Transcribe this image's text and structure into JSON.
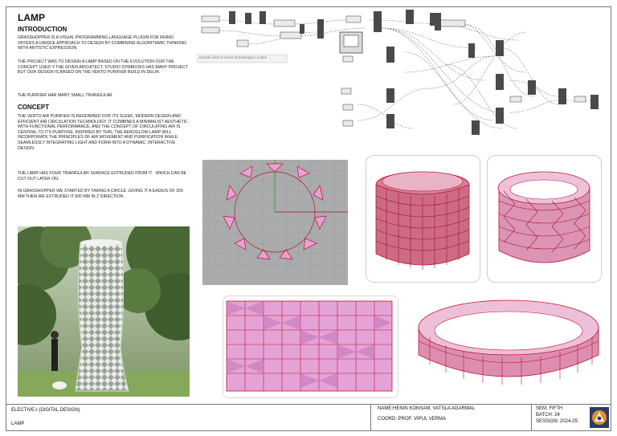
{
  "title": "LAMP",
  "introduction": {
    "heading": "INTRODUCTION",
    "paragraphs": [
      "GRASSHOPPER IS A VISUAL PROGRAMMING LANGUAGE PLUGIN FOR RHINO. OFFERS A UNIQUE APPROACH TO DESIGN BY COMBINING ALGORITHMIC THINKING WITH ARTISTIC EXPRESSION.",
      "THE PROJECT WAS TO DESIGN A LAMP BASED ON THE EVOLUTION OUR THE CONCEPT USED Y THE GIVEN ARCHITECT. STUDIO SYMBIOSIS HAS MANY PROJECT BUT OUR DESIGN IS BASED ON THE VERTO PURIFIER BUILD IN DELHI.",
      "THE PURIFIER HAR MANY SMALL TRIANGULAR"
    ]
  },
  "concept": {
    "heading": "CONCEPT",
    "paragraphs": [
      "THE VERTO AIR PURIFIER IS RENOWNED FOR ITS SLEEK, MODERN DESIGN AND EFFICIENT AIR CIRCULATION TECHNOLOGY. IT COMBINES A MINIMALIST AESTHETIC WITH FUNCTIONAL PERFORMANCE, AND THE CONCEPT OF CIRCULATING AIR IS CENTRAL TO ITS PURPOSE. INSPIRED BY THIS, THE AEROGLOW LAMP WILL INCORPORATE THE PRINCIPLES OF AIR MOVEMENT AND PURIFICATION WHILE SEAMLESSLY INTEGRATING LIGHT AND FORM INTO A DYNAMIC, INTERACTIVE DESIGN.",
      "THE LAMP HAS FOUR TRIANGULAR SURFACE EXTRUDED FROM IT . WHICH CAN BE CUT OUT LATER ON.",
      "IN GRASSHOPPER WE STARTED BY TAKING A CIRCLE .GIVING IT A EADIUS OF 300 MM THEN WE EXTRUDED IT 600 MM IN Z DIRECTION ."
    ]
  },
  "grasshopper": {
    "hint": "Double click to insert Grasshopper nodes"
  },
  "footer": {
    "course": "ELECTIVE-I (DIGITAL DESIGN)",
    "project": "LAMP",
    "names": "NAME:HENIN KONSAM, VATSLA AGARWAL",
    "coord": "COORD: PROF. VIPUL VERMA",
    "sem": "SEM: FIFTH",
    "batch": "BATCH: 24",
    "session": "SESSION: 2024-25"
  },
  "colors": {
    "pink_face": "#e4a3d6",
    "red_edge": "#c0142c",
    "viewport_grey": "#a9abad",
    "logo_orange": "#e3902a"
  },
  "icons": [
    "logo-icon"
  ]
}
